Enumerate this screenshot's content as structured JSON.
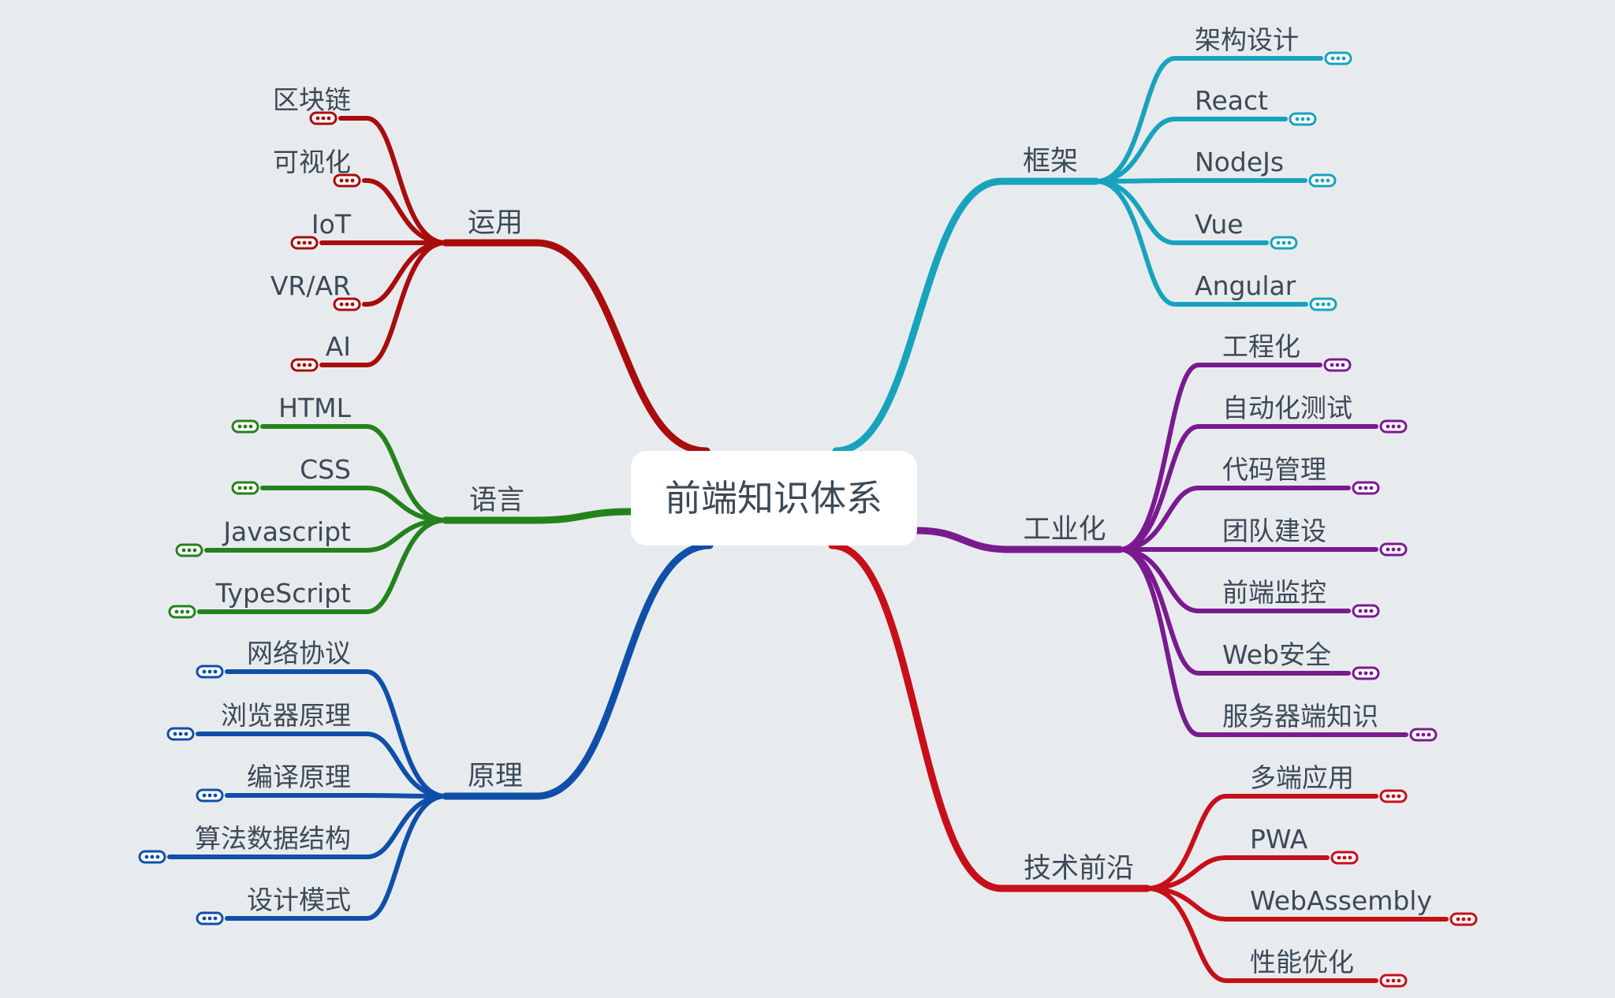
{
  "root": {
    "label": "前端知识体系"
  },
  "branches": [
    {
      "id": "yunyong",
      "label": "运用",
      "side": "left",
      "color": "#a80c0c",
      "children": [
        "区块链",
        "可视化",
        "IoT",
        "VR/AR",
        "AI"
      ]
    },
    {
      "id": "yuyan",
      "label": "语言",
      "side": "left",
      "color": "#24821d",
      "children": [
        "HTML",
        "CSS",
        "Javascript",
        "TypeScript"
      ]
    },
    {
      "id": "yuanli",
      "label": "原理",
      "side": "left",
      "color": "#0f4fa9",
      "children": [
        "网络协议",
        "浏览器原理",
        "编译原理",
        "算法数据结构",
        "设计模式"
      ]
    },
    {
      "id": "kuangjia",
      "label": "框架",
      "side": "right",
      "color": "#17a3bd",
      "children": [
        "架构设计",
        "React",
        "NodeJs",
        "Vue",
        "Angular"
      ]
    },
    {
      "id": "gongyehua",
      "label": "工业化",
      "side": "right",
      "color": "#7a1a8f",
      "children": [
        "工程化",
        "自动化测试",
        "代码管理",
        "团队建设",
        "前端监控",
        "Web安全",
        "服务器端知识"
      ]
    },
    {
      "id": "jishuqianyan",
      "label": "技术前沿",
      "side": "right",
      "color": "#c70f19",
      "children": [
        "多端应用",
        "PWA",
        "WebAssembly",
        "性能优化"
      ]
    }
  ]
}
